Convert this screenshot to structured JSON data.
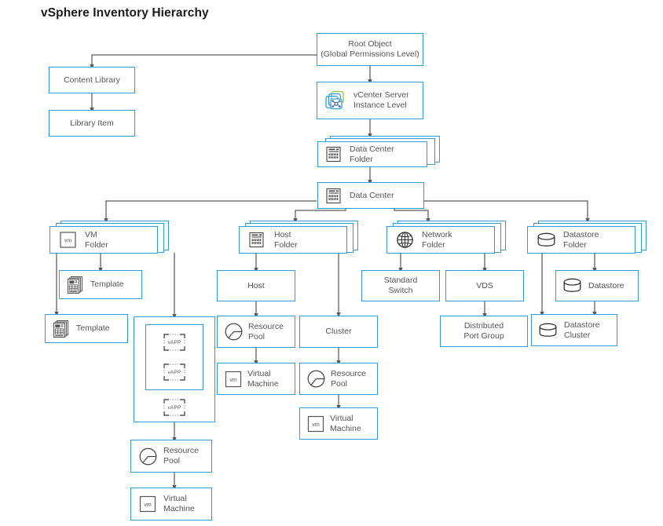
{
  "page": {
    "title": "vSphere Inventory Hierarchy",
    "accent_color": "#2e9bd6",
    "connector_color": "#5a5a5a",
    "text_color": "#555555",
    "background": "#ffffff"
  },
  "nodes": {
    "root": {
      "label": "Root Object\n(Global Permissions Level)",
      "icon": "none"
    },
    "content_library": {
      "label": "Content Library",
      "icon": "none"
    },
    "library_item": {
      "label": "Library Item",
      "icon": "none"
    },
    "vcenter": {
      "label": "vCenter Server\nInstance Level",
      "icon": "vcenter-icon"
    },
    "datacenter_folder": {
      "label": "Data Center\nFolder",
      "icon": "datacenter-icon"
    },
    "datacenter": {
      "label": "Data Center",
      "icon": "datacenter-icon"
    },
    "vm_folder": {
      "label": "VM\nFolder",
      "icon": "vm-icon"
    },
    "host_folder": {
      "label": "Host\nFolder",
      "icon": "host-icon"
    },
    "network_folder": {
      "label": "Network\nFolder",
      "icon": "globe-icon"
    },
    "datastore_folder": {
      "label": "Datastore\nFolder",
      "icon": "datastore-icon"
    },
    "template_inner": {
      "label": "Template",
      "icon": "template-icon"
    },
    "template_outer": {
      "label": "Template",
      "icon": "template-icon"
    },
    "vapp_1": {
      "label": "vAPP",
      "icon": "vapp-icon"
    },
    "vapp_2": {
      "label": "vAPP",
      "icon": "vapp-icon"
    },
    "vapp_3": {
      "label": "vAPP",
      "icon": "vapp-icon"
    },
    "vm_resource_pool": {
      "label": "Resource\nPool",
      "icon": "resourcepool-icon"
    },
    "vm_virtual_machine": {
      "label": "Virtual\nMachine",
      "icon": "vm-icon"
    },
    "host": {
      "label": "Host",
      "icon": "none"
    },
    "host_resource_pool": {
      "label": "Resource\nPool",
      "icon": "resourcepool-icon"
    },
    "host_virtual_machine": {
      "label": "Virtual\nMachine",
      "icon": "vm-icon"
    },
    "cluster": {
      "label": "Cluster",
      "icon": "none"
    },
    "cluster_resource_pool": {
      "label": "Resource\nPool",
      "icon": "resourcepool-icon"
    },
    "cluster_virtual_machine": {
      "label": "Virtual\nMachine",
      "icon": "vm-icon"
    },
    "standard_switch": {
      "label": "Standard\nSwitch",
      "icon": "none"
    },
    "vds": {
      "label": "VDS",
      "icon": "none"
    },
    "distributed_port_group": {
      "label": "Distributed\nPort Group",
      "icon": "none"
    },
    "datastore": {
      "label": "Datastore",
      "icon": "datastore-icon"
    },
    "datastore_cluster": {
      "label": "Datastore\nCluster",
      "icon": "datastore-icon"
    }
  },
  "edges": [
    {
      "from": "root",
      "to": "content_library"
    },
    {
      "from": "content_library",
      "to": "library_item"
    },
    {
      "from": "root",
      "to": "vcenter"
    },
    {
      "from": "vcenter",
      "to": "datacenter_folder"
    },
    {
      "from": "datacenter_folder",
      "to": "datacenter"
    },
    {
      "from": "datacenter",
      "to": "vm_folder"
    },
    {
      "from": "datacenter",
      "to": "host_folder"
    },
    {
      "from": "datacenter",
      "to": "network_folder"
    },
    {
      "from": "datacenter",
      "to": "datastore_folder"
    },
    {
      "from": "vm_folder",
      "to": "template_inner"
    },
    {
      "from": "vm_folder",
      "to": "template_outer"
    },
    {
      "from": "vm_folder",
      "to": "vapp_container"
    },
    {
      "from": "vapp_container",
      "to": "vm_resource_pool"
    },
    {
      "from": "vm_resource_pool",
      "to": "vm_virtual_machine"
    },
    {
      "from": "host_folder",
      "to": "host"
    },
    {
      "from": "host_folder",
      "to": "cluster"
    },
    {
      "from": "host",
      "to": "host_resource_pool"
    },
    {
      "from": "host_resource_pool",
      "to": "host_virtual_machine"
    },
    {
      "from": "cluster",
      "to": "cluster_resource_pool"
    },
    {
      "from": "cluster_resource_pool",
      "to": "cluster_virtual_machine"
    },
    {
      "from": "network_folder",
      "to": "standard_switch"
    },
    {
      "from": "network_folder",
      "to": "vds"
    },
    {
      "from": "vds",
      "to": "distributed_port_group"
    },
    {
      "from": "datastore_folder",
      "to": "datastore"
    },
    {
      "from": "datastore_folder",
      "to": "datastore_cluster"
    },
    {
      "from": "datastore",
      "to": "datastore_cluster"
    }
  ]
}
